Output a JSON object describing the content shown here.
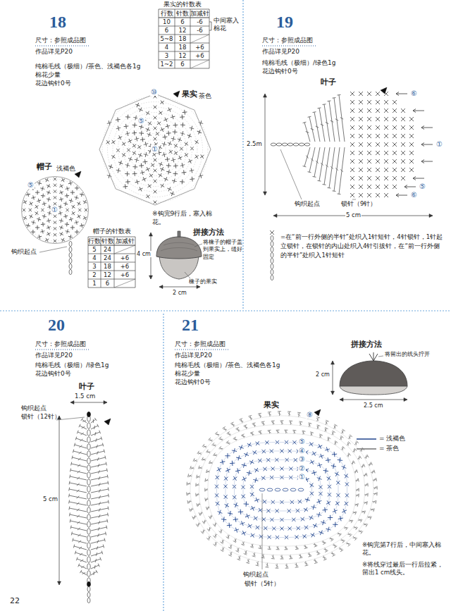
{
  "diagram": {
    "labels": [
      "18",
      "尺寸：参照成品图",
      "作品详见P20",
      "纯棉毛线（极细）/茶色、浅褐色各1g",
      "棉花少量",
      "花边钩针0号",
      "果实的针数表",
      "行数",
      "针数",
      "加减针",
      "10",
      "6",
      "-6",
      "6",
      "12",
      "-6",
      "5~8",
      "18",
      "4",
      "18",
      "+6",
      "3",
      "12",
      "+6",
      "1~2",
      "6",
      "中间塞入棉花",
      "果实",
      "茶色",
      "⑩",
      "⑤",
      "①",
      "帽子",
      "浅褐色",
      "⑤",
      "①",
      "钩织起点",
      "※钩完9行后，塞入棉花。",
      "帽子的针数表",
      "行数",
      "针数",
      "加减针",
      "5",
      "24",
      "4",
      "24",
      "+6",
      "3",
      "18",
      "+6",
      "2",
      "12",
      "+6",
      "1",
      "6",
      "拼接方法",
      "将橡子的帽子盖到果实上，缝好固定",
      "橡子的果实",
      "4 cm",
      "2 cm",
      "19",
      "尺寸：参照成品图",
      "作品详见P20",
      "纯棉毛线（极细）/绿色1g",
      "花边钩针0号",
      "叶子",
      "⑥",
      "①",
      "⑤",
      "⑥",
      "2.5m",
      "钩织起点",
      "锁针（9针）",
      "5 cm",
      "=在“前一行外侧的半针”处织入1针短针，4针锁针，1针起立锁针，在锁针的内山处织入4针引拔针，在“前一行外侧的半针”处织入1针短针",
      "20",
      "尺寸：参照成品图",
      "作品详见P20",
      "纯棉毛线（极细）/绿色1g",
      "花边钩针0号",
      "叶子",
      "1.5 cm",
      "钩织起点",
      "锁针（12针）",
      "5 cm",
      "22",
      "21",
      "尺寸：参照成品图",
      "作品详见P20",
      "纯棉毛线（极细）/茶色、浅褐色各1g",
      "棉花少量",
      "花边钩针0号",
      "拼接方法",
      "将留出的线头拧开",
      "2 cm",
      "2.5 cm",
      "果实",
      "⑧",
      "⑤",
      "④",
      "③",
      "②",
      "①",
      "钩织起点",
      "锁针（5针）",
      "※钩完第7行后，中间塞入棉花。",
      "※将线穿过最后一行后拉紧，留出1 cm线头。"
    ],
    "legend": [
      {
        "text": "= 浅褐色"
      },
      {
        "text": "= 茶色"
      }
    ]
  }
}
